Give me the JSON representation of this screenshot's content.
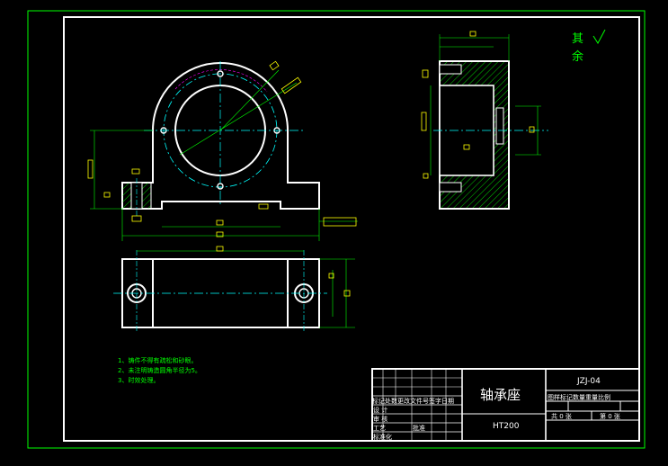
{
  "roughness": {
    "label": "其 余"
  },
  "notes": [
    "1、铸件不得有疏松和砂眼。",
    "2、未注明铸造圆角半径为5。",
    "3、时效处理。"
  ],
  "title_block": {
    "part_name": "轴承座",
    "drawing_number": "JZJ-04",
    "material": "HT200",
    "header_labels": "图样标记数量重量比例",
    "sheet_total": "共 0 张",
    "sheet_current": "第 0 张",
    "revision_header": "标记处数更改文件号签字日期",
    "row_design": "设 计",
    "row_check": "审 核",
    "row_craft": "工艺",
    "row_approve": "批准",
    "row_standard": "标准化"
  },
  "colors": {
    "background": "#000000",
    "outline": "#ffffff",
    "frame": "#00ff00",
    "center_line": "#00ffff",
    "dimension": "#00ff00",
    "hatch": "#00ff00",
    "marker": "#ffff00",
    "arc_hidden": "#ff00ff"
  }
}
